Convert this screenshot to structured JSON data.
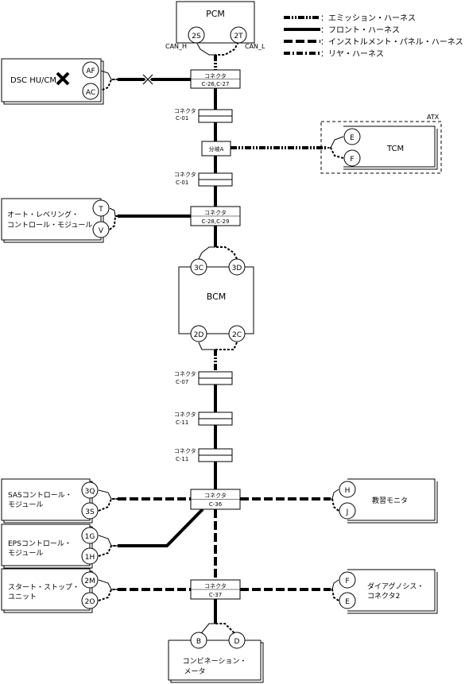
{
  "legend": [
    {
      "label": "：エミッション・ハーネス",
      "style": "w-em"
    },
    {
      "label": "：フロント・ハーネス",
      "style": "w-fr"
    },
    {
      "label": "：インストルメント・パネル・ハーネス",
      "style": "w-ip"
    },
    {
      "label": "：リヤ・ハーネス",
      "style": "w-rr"
    }
  ],
  "modules": {
    "pcm": {
      "label": "PCM",
      "pins": [
        "2S",
        "2T"
      ],
      "sig_left": "CAN_H",
      "sig_right": "CAN_L"
    },
    "dsc": {
      "label": "DSC HU/CM",
      "pins": [
        "AF",
        "AC"
      ]
    },
    "tcm": {
      "label": "TCM",
      "pins": [
        "E",
        "F"
      ],
      "group": "ATX"
    },
    "olc": {
      "lines": [
        "オート・レベリング・",
        "コントロール・モジュール"
      ],
      "pins": [
        "T",
        "V"
      ]
    },
    "bcm": {
      "label": "BCM",
      "pins_top": [
        "3C",
        "3D"
      ],
      "pins_bottom": [
        "2D",
        "2C"
      ]
    },
    "sas": {
      "lines": [
        "SASコントロール・",
        "モジュール"
      ],
      "pins": [
        "3Q",
        "3S"
      ]
    },
    "eps": {
      "lines": [
        "EPSコントロール・",
        "モジュール"
      ],
      "pins": [
        "1G",
        "1H"
      ]
    },
    "ssu": {
      "lines": [
        "スタート・ストップ・",
        "ユニット"
      ],
      "pins": [
        "2M",
        "2O"
      ]
    },
    "mon": {
      "label": "教習モニタ",
      "pins": [
        "H",
        "J"
      ]
    },
    "dlc": {
      "lines": [
        "ダイアグノシス・",
        "コネクタ2"
      ],
      "pins": [
        "F",
        "E"
      ]
    },
    "meter": {
      "lines": [
        "コンビネーション・",
        "メータ"
      ],
      "pins": [
        "B",
        "D"
      ]
    }
  },
  "connectors": {
    "c26": {
      "lines": [
        "コネクタ",
        "C-26,C-27"
      ]
    },
    "c01a": {
      "lines": [
        "コネクタ",
        "C-01"
      ]
    },
    "branch": {
      "label": "分岐A"
    },
    "c01b": {
      "lines": [
        "コネクタ",
        "C-01"
      ]
    },
    "c28": {
      "lines": [
        "コネクタ",
        "C-28,C-29"
      ]
    },
    "c07": {
      "lines": [
        "コネクタ",
        "C-07"
      ]
    },
    "c11a": {
      "lines": [
        "コネクタ",
        "C-11"
      ]
    },
    "c11b": {
      "lines": [
        "コネクタ",
        "C-11"
      ]
    },
    "c36": {
      "lines": [
        "コネクタ",
        "C-36"
      ]
    },
    "c37": {
      "lines": [
        "コネクタ",
        "C-37"
      ]
    }
  },
  "colors": {
    "line": "#000000",
    "background": "#ffffff"
  }
}
